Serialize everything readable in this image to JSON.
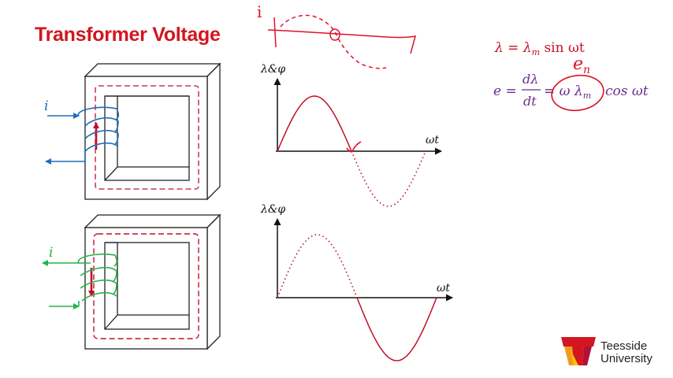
{
  "slide": {
    "title": "Transformer Voltage"
  },
  "labels": {
    "current_top": "i",
    "current_bottom": "i",
    "ann_current": "i",
    "y_axis_top": "λ&φ",
    "x_axis_top": "ωt",
    "y_axis_bottom": "λ&φ",
    "x_axis_bottom": "ωt"
  },
  "equations": {
    "eq1_lhs": "λ = λ",
    "eq1_sub": "m",
    "eq1_rhs": " sin ωt",
    "eq2_lhs": "e =",
    "eq2_num": "dλ",
    "eq2_den": "dt",
    "eq2_mid": "= ω λ",
    "eq2_sub": "m",
    "eq2_rhs": "cos ωt",
    "annotation": "e",
    "annotation_sub": "n"
  },
  "logo": {
    "line1": "Teesside",
    "line2": "University"
  },
  "colors": {
    "title": "#d3161f",
    "flux": "#c0102a",
    "coil_top": "#1f6fb8",
    "coil_bottom": "#27b34a",
    "equation_red": "#c8102e",
    "equation_purple": "#6b2c8f",
    "annotation_pen": "#e0102a"
  }
}
